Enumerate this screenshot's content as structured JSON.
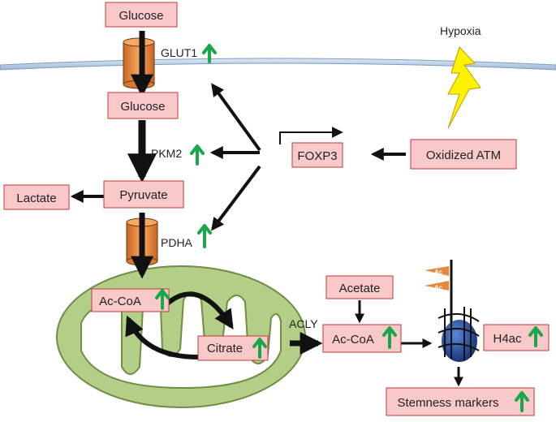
{
  "boxes": {
    "glucose_outside": "Glucose",
    "glucose_inside": "Glucose",
    "lactate": "Lactate",
    "pyruvate": "Pyruvate",
    "foxp3": "FOXP3",
    "oxidized_atm": "Oxidized ATM",
    "ac_coa_mito": "Ac-CoA",
    "citrate": "Citrate",
    "acetate": "Acetate",
    "ac_coa_nuc": "Ac-CoA",
    "h4ac": "H4ac",
    "stemness": "Stemness markers"
  },
  "labels": {
    "glut1": "GLUT1",
    "pkm2": "PKM2",
    "pdha": "PDHA",
    "hypoxia": "Hypoxia",
    "acly": "ACLY",
    "ac_flag": "Ac"
  },
  "upregulated": [
    "glut1",
    "pkm2",
    "pdha",
    "ac_coa_mito",
    "citrate",
    "ac_coa_nuc",
    "h4ac",
    "stemness"
  ],
  "colors": {
    "box_fill": "#f9c9c9",
    "box_border": "#c0393b",
    "up_arrow": "#1aa64a",
    "mito_fill": "#a9c77a",
    "transporter": "#e8873a",
    "bolt": "#fff200",
    "flag": "#e8873a",
    "nucleosome": "#1f3f8f"
  }
}
